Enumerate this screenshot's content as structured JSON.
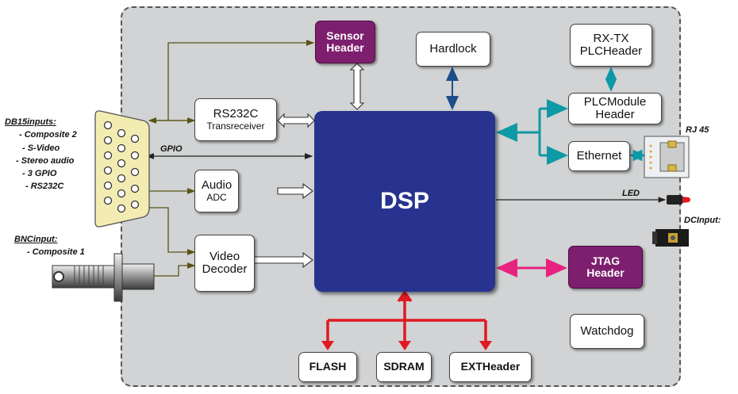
{
  "blocks": {
    "sensor": {
      "line1": "Sensor",
      "line2": "Header"
    },
    "hardlock": "Hardlock",
    "rxtx": {
      "line1": "RX-TX",
      "line2": "PLCHeader"
    },
    "rs232": {
      "line1": "RS232C",
      "line2": "Transreceiver"
    },
    "plcmodule": {
      "line1": "PLCModule",
      "line2": "Header"
    },
    "ethernet": "Ethernet",
    "audio": {
      "line1": "Audio",
      "line2": "ADC"
    },
    "dsp": "DSP",
    "video": {
      "line1": "Video",
      "line2": "Decoder"
    },
    "jtag": {
      "line1": "JTAG",
      "line2": "Header"
    },
    "watchdog": "Watchdog",
    "flash": "FLASH",
    "sdram": "SDRAM",
    "extheader": "EXTHeader"
  },
  "labels": {
    "db15_title": "DB15inputs:",
    "db15_items": [
      "- Composite 2",
      "- S-Video",
      "- Stereo audio",
      "- 3 GPIO",
      "- RS232C"
    ],
    "bnc_title": "BNCinput:",
    "bnc_item": "- Composite 1",
    "gpio": "GPIO",
    "led": "LED",
    "rj45": "RJ 45",
    "dcinput": "DCInput:"
  },
  "colors": {
    "purple_block": "#7d1f6e",
    "dsp_block": "#27338f",
    "teal_bus": "#0e99a6",
    "red_bus": "#e01a22",
    "magenta_bus": "#e6237e",
    "olive_wire": "#5a5314",
    "navy_bus": "#1c4f8a"
  }
}
